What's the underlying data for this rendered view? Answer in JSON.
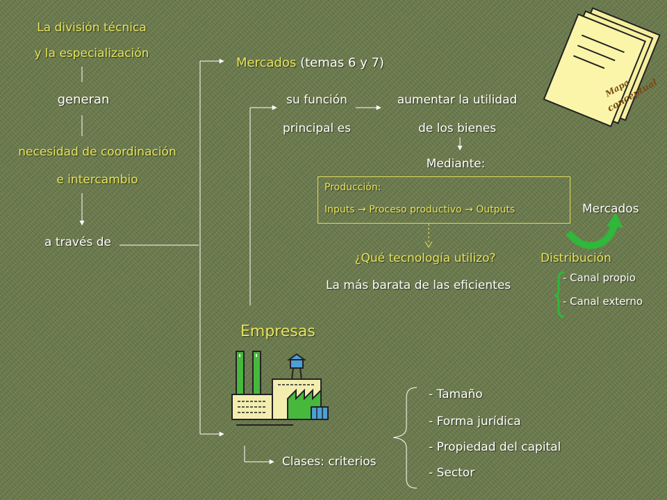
{
  "left": {
    "line1": "La división técnica",
    "line2": "y la especialización",
    "generan": "generan",
    "need1": "necesidad de coordinación",
    "need2": "e intercambio",
    "via": "a través de"
  },
  "mercados": {
    "title": "Mercados",
    "subtitle": "(temas 6 y 7)",
    "func1": "su función",
    "func2": "principal es",
    "goal1": "aumentar la utilidad",
    "goal2": "de los bienes",
    "mediante": "Mediante:",
    "box_title": "Producción:",
    "box_inputs": "Inputs",
    "box_process": "Proceso productivo",
    "box_outputs": "Outputs",
    "question": "¿Qué tecnología utilizo?",
    "answer": "La más barata de las eficientes",
    "mercados_label": "Mercados",
    "distribucion": "Distribución",
    "canal1": "- Canal propio",
    "canal2": "- Canal externo"
  },
  "empresas": {
    "title": "Empresas",
    "clases": "Clases: criterios",
    "criteria": [
      "- Tamaño",
      "- Forma jurídica",
      "- Propiedad del capital",
      "- Sector"
    ]
  },
  "note": {
    "line1": "Mapa",
    "line2": "conceptual"
  },
  "colors": {
    "background": "#6b7a4c",
    "accent_yellow": "#e7e45c",
    "text_white": "#ffffff",
    "arrow_green": "#2fb83a",
    "factory_green": "#46b83c",
    "factory_cream": "#f3eeb0",
    "factory_blue": "#4d9fd6"
  }
}
